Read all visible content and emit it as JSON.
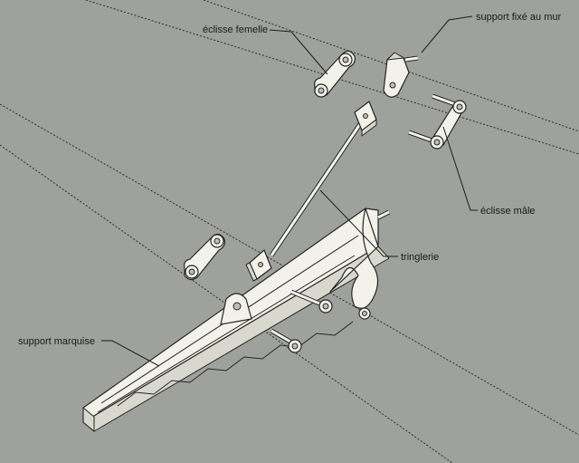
{
  "labels": {
    "eclisse_femelle": "éclisse femelle",
    "support_fixe": "support fixé au mur",
    "eclisse_male": "éclisse mâle",
    "tringlerie": "tringlerie",
    "support_marquise": "support marquise"
  },
  "colors": {
    "background": "#9fa19d",
    "part_fill": "#f2f2ea",
    "outline": "#262626"
  }
}
